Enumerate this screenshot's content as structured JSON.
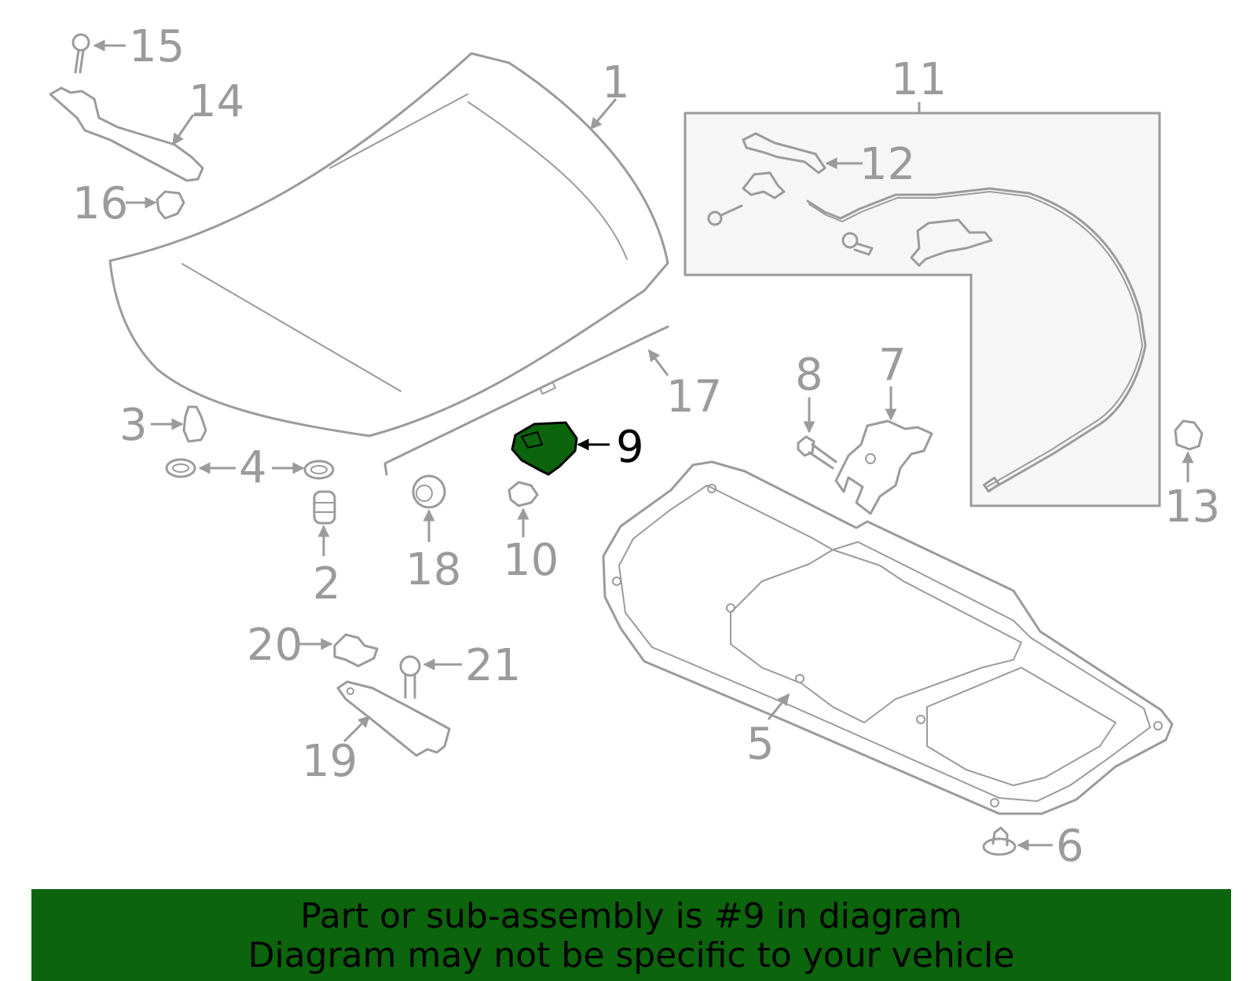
{
  "callouts": {
    "c1": "1",
    "c2": "2",
    "c3": "3",
    "c4": "4",
    "c5": "5",
    "c6": "6",
    "c7": "7",
    "c8": "8",
    "c9": "9",
    "c10": "10",
    "c11": "11",
    "c12": "12",
    "c13": "13",
    "c14": "14",
    "c15": "15",
    "c16": "16",
    "c17": "17",
    "c18": "18",
    "c19": "19",
    "c20": "20",
    "c21": "21"
  },
  "highlighted_part": "9",
  "colors": {
    "highlight": "#0c640c",
    "line": "#9b9b9b",
    "banner": "#0c640c"
  },
  "banner": {
    "line1": "Part or sub-assembly is #9 in diagram",
    "line2": "Diagram may not be specific to your vehicle"
  }
}
